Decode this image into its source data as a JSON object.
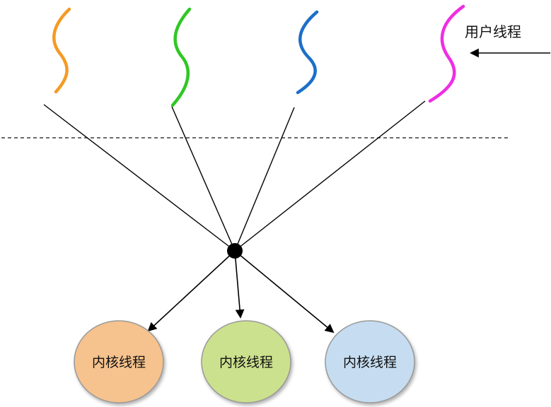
{
  "diagram": {
    "user_threads_label": "用户线程",
    "user_threads": [
      {
        "id": "user-thread-1",
        "color": "#f59a24"
      },
      {
        "id": "user-thread-2",
        "color": "#2fc center"
      },
      {
        "id": "user-thread-3",
        "color": "#1c6fc8"
      },
      {
        "id": "user-thread-4",
        "color": "#ef2ee2"
      }
    ],
    "user_thread_colors": {
      "t1": "#f59a24",
      "t2": "#30c724",
      "t3": "#1c6fc8",
      "t4": "#ef2ee2"
    },
    "hub_color": "#000000",
    "kernel_threads": [
      {
        "label": "内核线程",
        "fill": "#f6c28d"
      },
      {
        "label": "内核线程",
        "fill": "#cce18d"
      },
      {
        "label": "内核线程",
        "fill": "#c6ddf1"
      }
    ]
  }
}
